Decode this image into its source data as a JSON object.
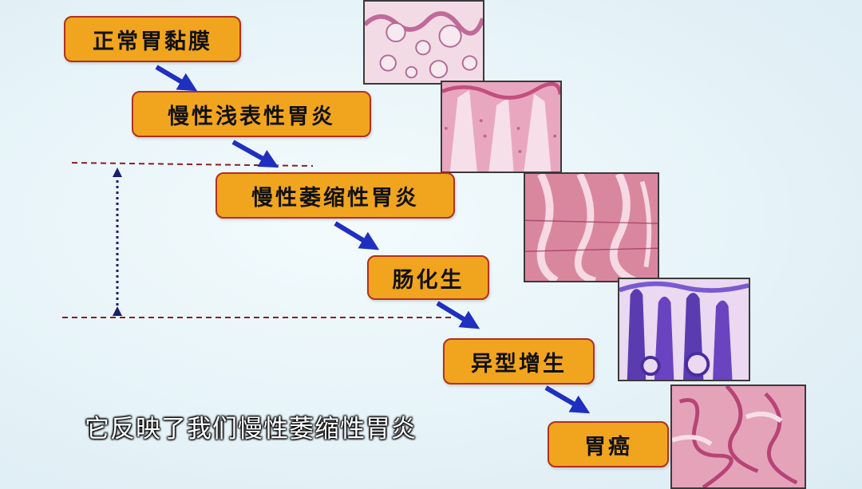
{
  "stages": [
    {
      "label": "正常胃黏膜"
    },
    {
      "label": "慢性浅表性胃炎"
    },
    {
      "label": "慢性萎缩性胃炎"
    },
    {
      "label": "肠化生"
    },
    {
      "label": "异型增生"
    },
    {
      "label": "胃癌"
    }
  ],
  "subtitle": "它反映了我们慢性萎缩性胃炎",
  "colors": {
    "box_fill": "#f1a51f",
    "box_border": "#b23020",
    "arrow": "#1f2fc0",
    "dashed_line": "#8a1f24",
    "bracket": "#1a1f6e",
    "tissue_pink": "#e59ab2",
    "tissue_purple": "#5b3cb0"
  },
  "micrographs": [
    {
      "stain": "pink-pale",
      "name": "normal-mucosa-histology"
    },
    {
      "stain": "pink",
      "name": "superficial-gastritis-histology"
    },
    {
      "stain": "pink",
      "name": "atrophic-gastritis-histology"
    },
    {
      "stain": "purple",
      "name": "intestinal-metaplasia-histology"
    },
    {
      "stain": "pink",
      "name": "gastric-cancer-histology"
    }
  ]
}
